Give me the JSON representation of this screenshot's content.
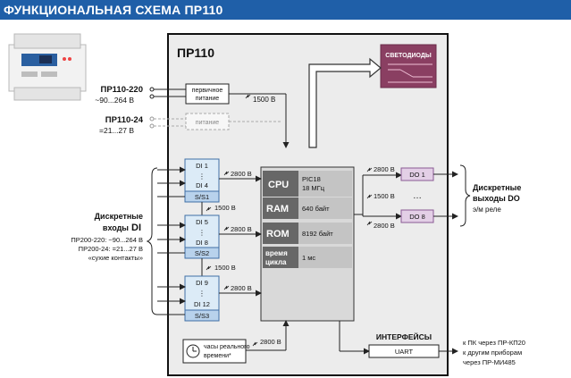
{
  "title": "ФУНКЦИОНАЛЬНАЯ СХЕМА ПР110",
  "device_name": "ПР110",
  "leds_label": "СВЕТОДИОДЫ",
  "power": {
    "v220_title": "ПР110-220",
    "v220_range": "~90...264 В",
    "v24_title": "ПР110-24",
    "v24_range": "=21...27 В",
    "primary_supply": [
      "первичное",
      "питание"
    ],
    "supply_24": "питание",
    "isolation": "1500 В"
  },
  "inputs": {
    "title_line1": "Дискретные",
    "title_line2": "входы",
    "title_di": "DI",
    "spec1": "ПР200-220: ~90...264 В",
    "spec2": "ПР200-24: =21...27 В",
    "spec3": "«сухие контакты»",
    "groups": [
      {
        "first": "DI 1",
        "last": "DI 4",
        "common": "S/S1",
        "isolation": "2800 В"
      },
      {
        "first": "DI 5",
        "last": "DI 8",
        "common": "S/S2",
        "isolation": "2800 В"
      },
      {
        "first": "DI 9",
        "last": "DI 12",
        "common": "S/S3",
        "isolation": "2800 В"
      }
    ],
    "group_isolation": [
      "1500 В",
      "1500 В"
    ],
    "dots": "⋮"
  },
  "cpu": {
    "rows": [
      {
        "key": "CPU",
        "value": [
          "PIC18",
          "18 МГц"
        ]
      },
      {
        "key": "RAM",
        "value": [
          "640 байт"
        ]
      },
      {
        "key": "ROM",
        "value": [
          "8192 байт"
        ]
      },
      {
        "key": [
          "время",
          "цикла"
        ],
        "value": [
          "1 мс"
        ]
      }
    ]
  },
  "outputs": {
    "do_first": "DO 1",
    "do_last": "DO 8",
    "dots": "…",
    "isolation_top": "2800 В",
    "isolation_mid": "1500 В",
    "isolation_bot": "2800 В",
    "title_line1": "Дискретные",
    "title_line2": "выходы DO",
    "title_line3": "э/м реле"
  },
  "clock": {
    "label": [
      "часы реального",
      "времени*"
    ],
    "isolation": "2800 В"
  },
  "interfaces": {
    "title": "ИНТЕРФЕЙСЫ",
    "uart": "UART",
    "notes": [
      "к ПК через ПР-КП20",
      "к другим приборам",
      "через ПР-МИ485"
    ]
  },
  "colors": {
    "title_bar": "#1f5fa8",
    "frame_bg": "#ececec",
    "cpu_key_bg": "#676767",
    "cpu_val_bg": "#c4c4c4",
    "di_bg": "#dcebf7",
    "di_border": "#3f6fa6",
    "do_bg": "#e3cfe6",
    "do_border": "#8a5a94",
    "leds_bg": "#8a3f62"
  }
}
